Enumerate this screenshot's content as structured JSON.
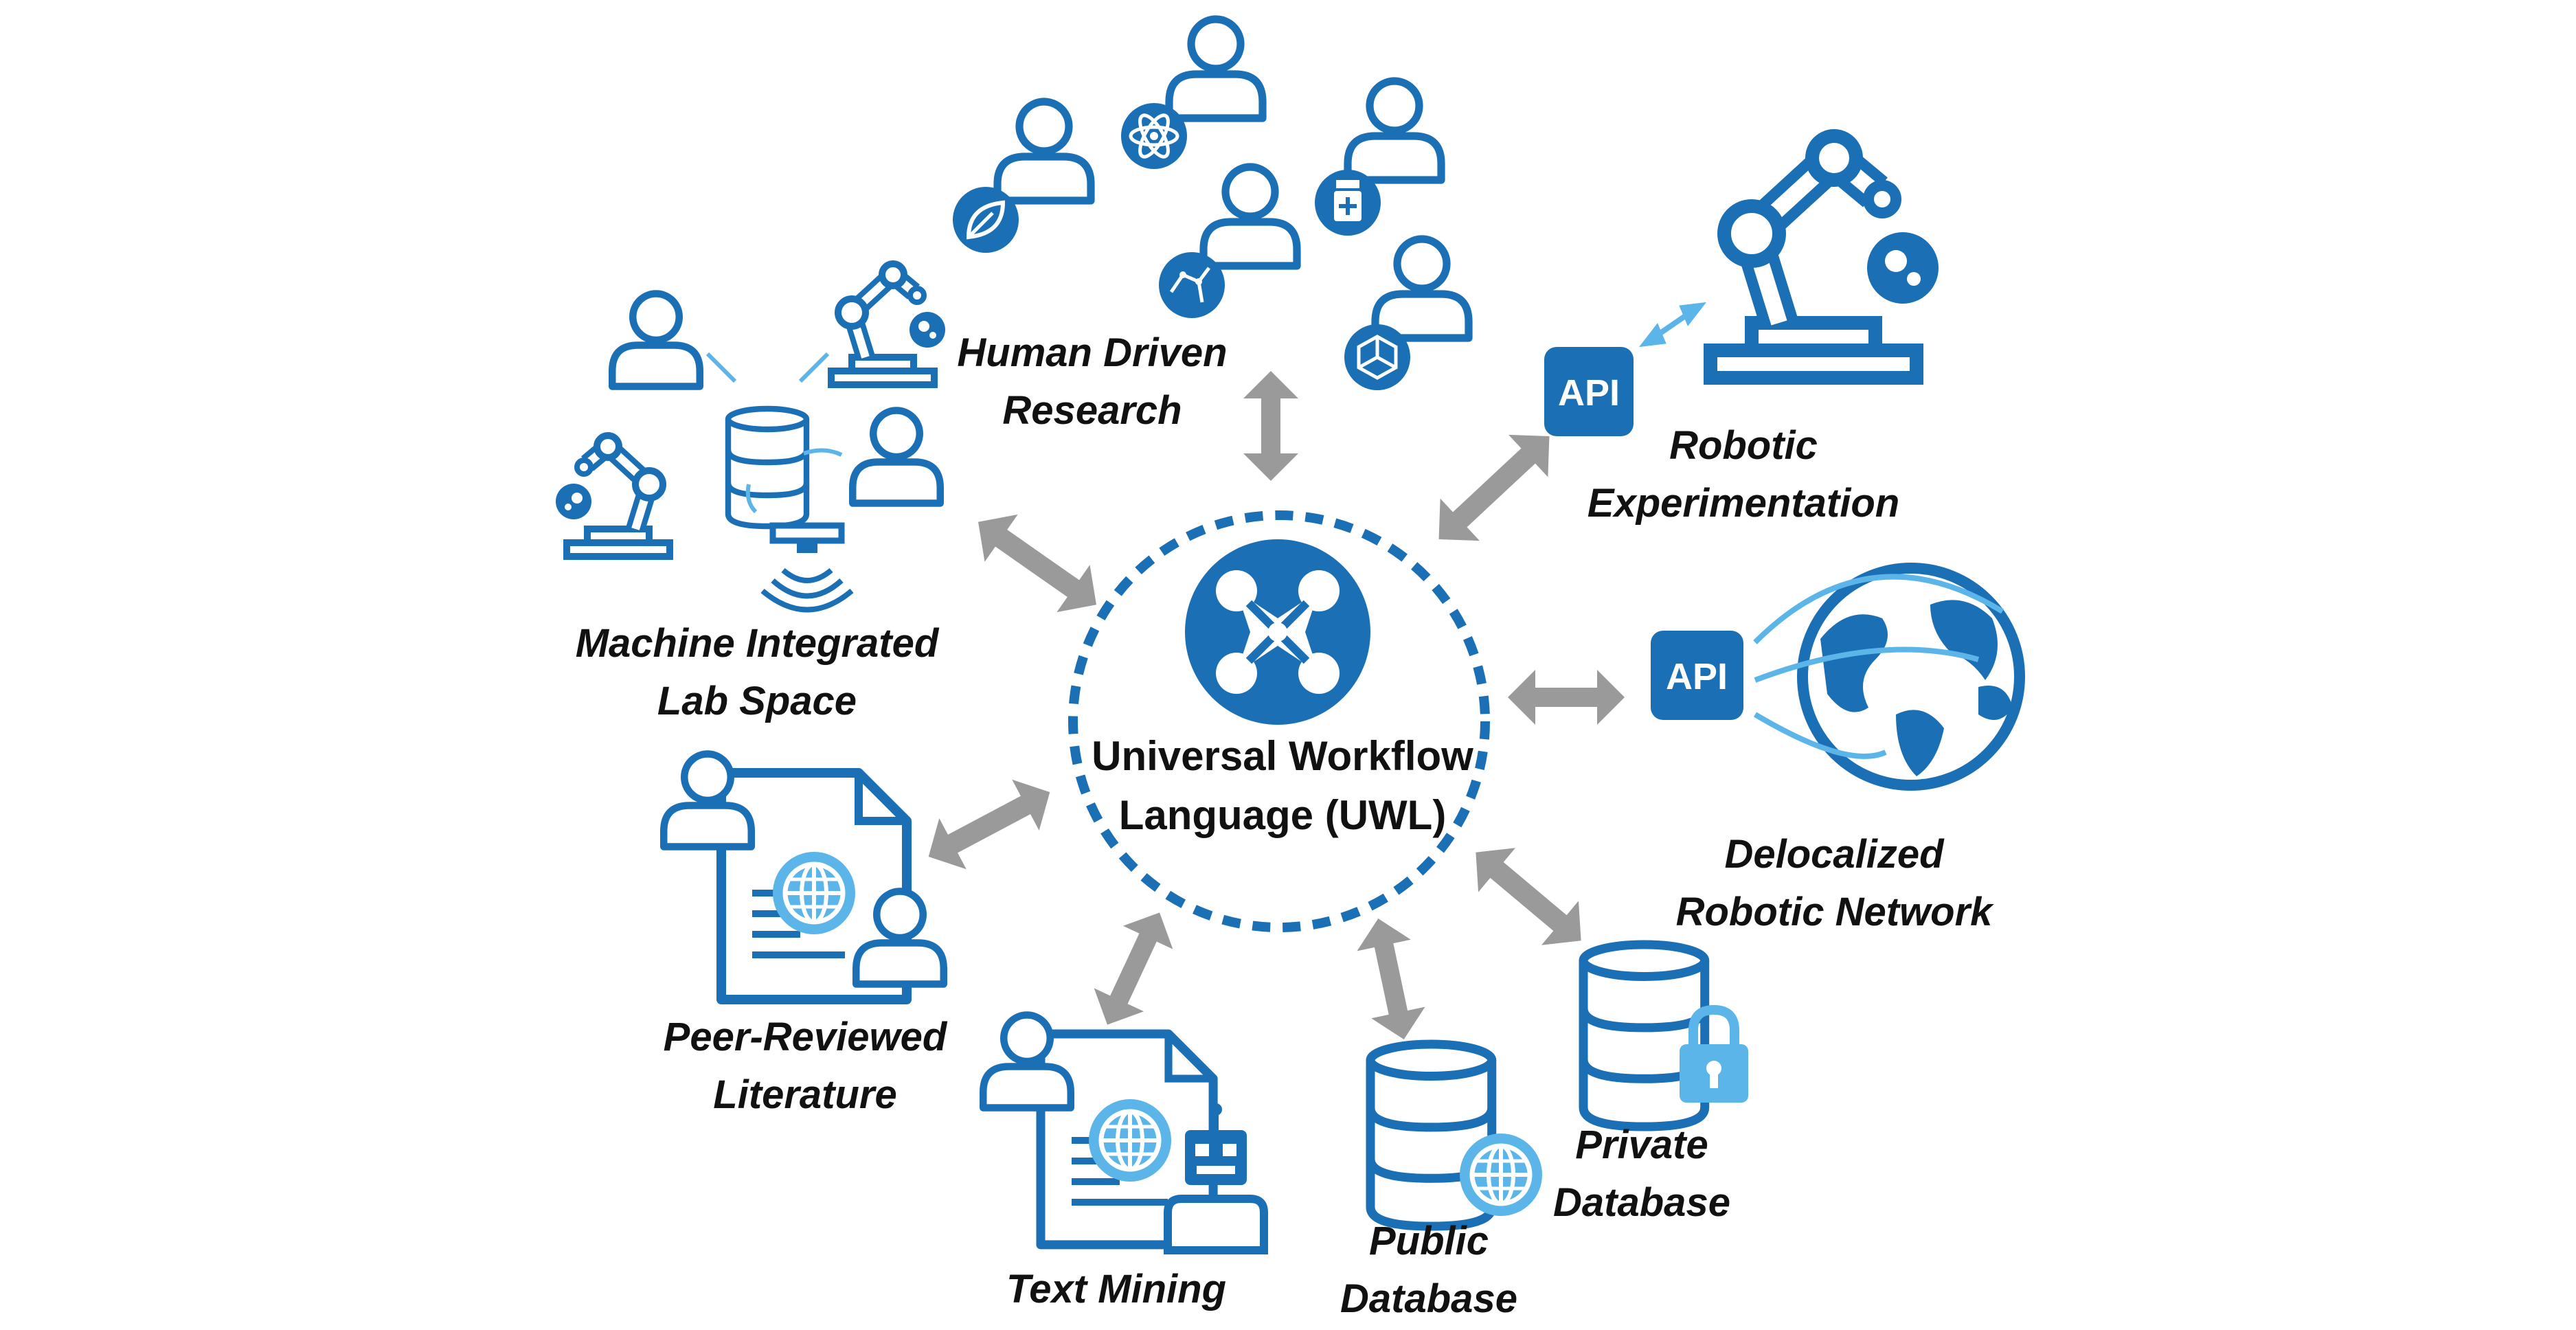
{
  "center": {
    "title_line1": "Universal Workflow",
    "title_line2": "Language (UWL)"
  },
  "nodes": {
    "human_research": {
      "line1": "Human Driven",
      "line2": "Research"
    },
    "robotic_experimentation": {
      "line1": "Robotic",
      "line2": "Experimentation",
      "api_badge": "API"
    },
    "machine_lab": {
      "line1": "Machine Integrated",
      "line2": "Lab Space"
    },
    "delocalized_network": {
      "line1": "Delocalized",
      "line2": "Robotic Network",
      "api_badge": "API"
    },
    "peer_literature": {
      "line1": "Peer-Reviewed",
      "line2": "Literature"
    },
    "private_database": {
      "line1": "Private",
      "line2": "Database"
    },
    "text_mining": {
      "line1": "Text Mining"
    },
    "public_database": {
      "line1": "Public",
      "line2": "Database"
    }
  },
  "colors": {
    "primary_blue": "#1a6fb5",
    "light_blue": "#5bb5e8",
    "arrow_gray": "#9a9a9a",
    "text": "#111111"
  }
}
